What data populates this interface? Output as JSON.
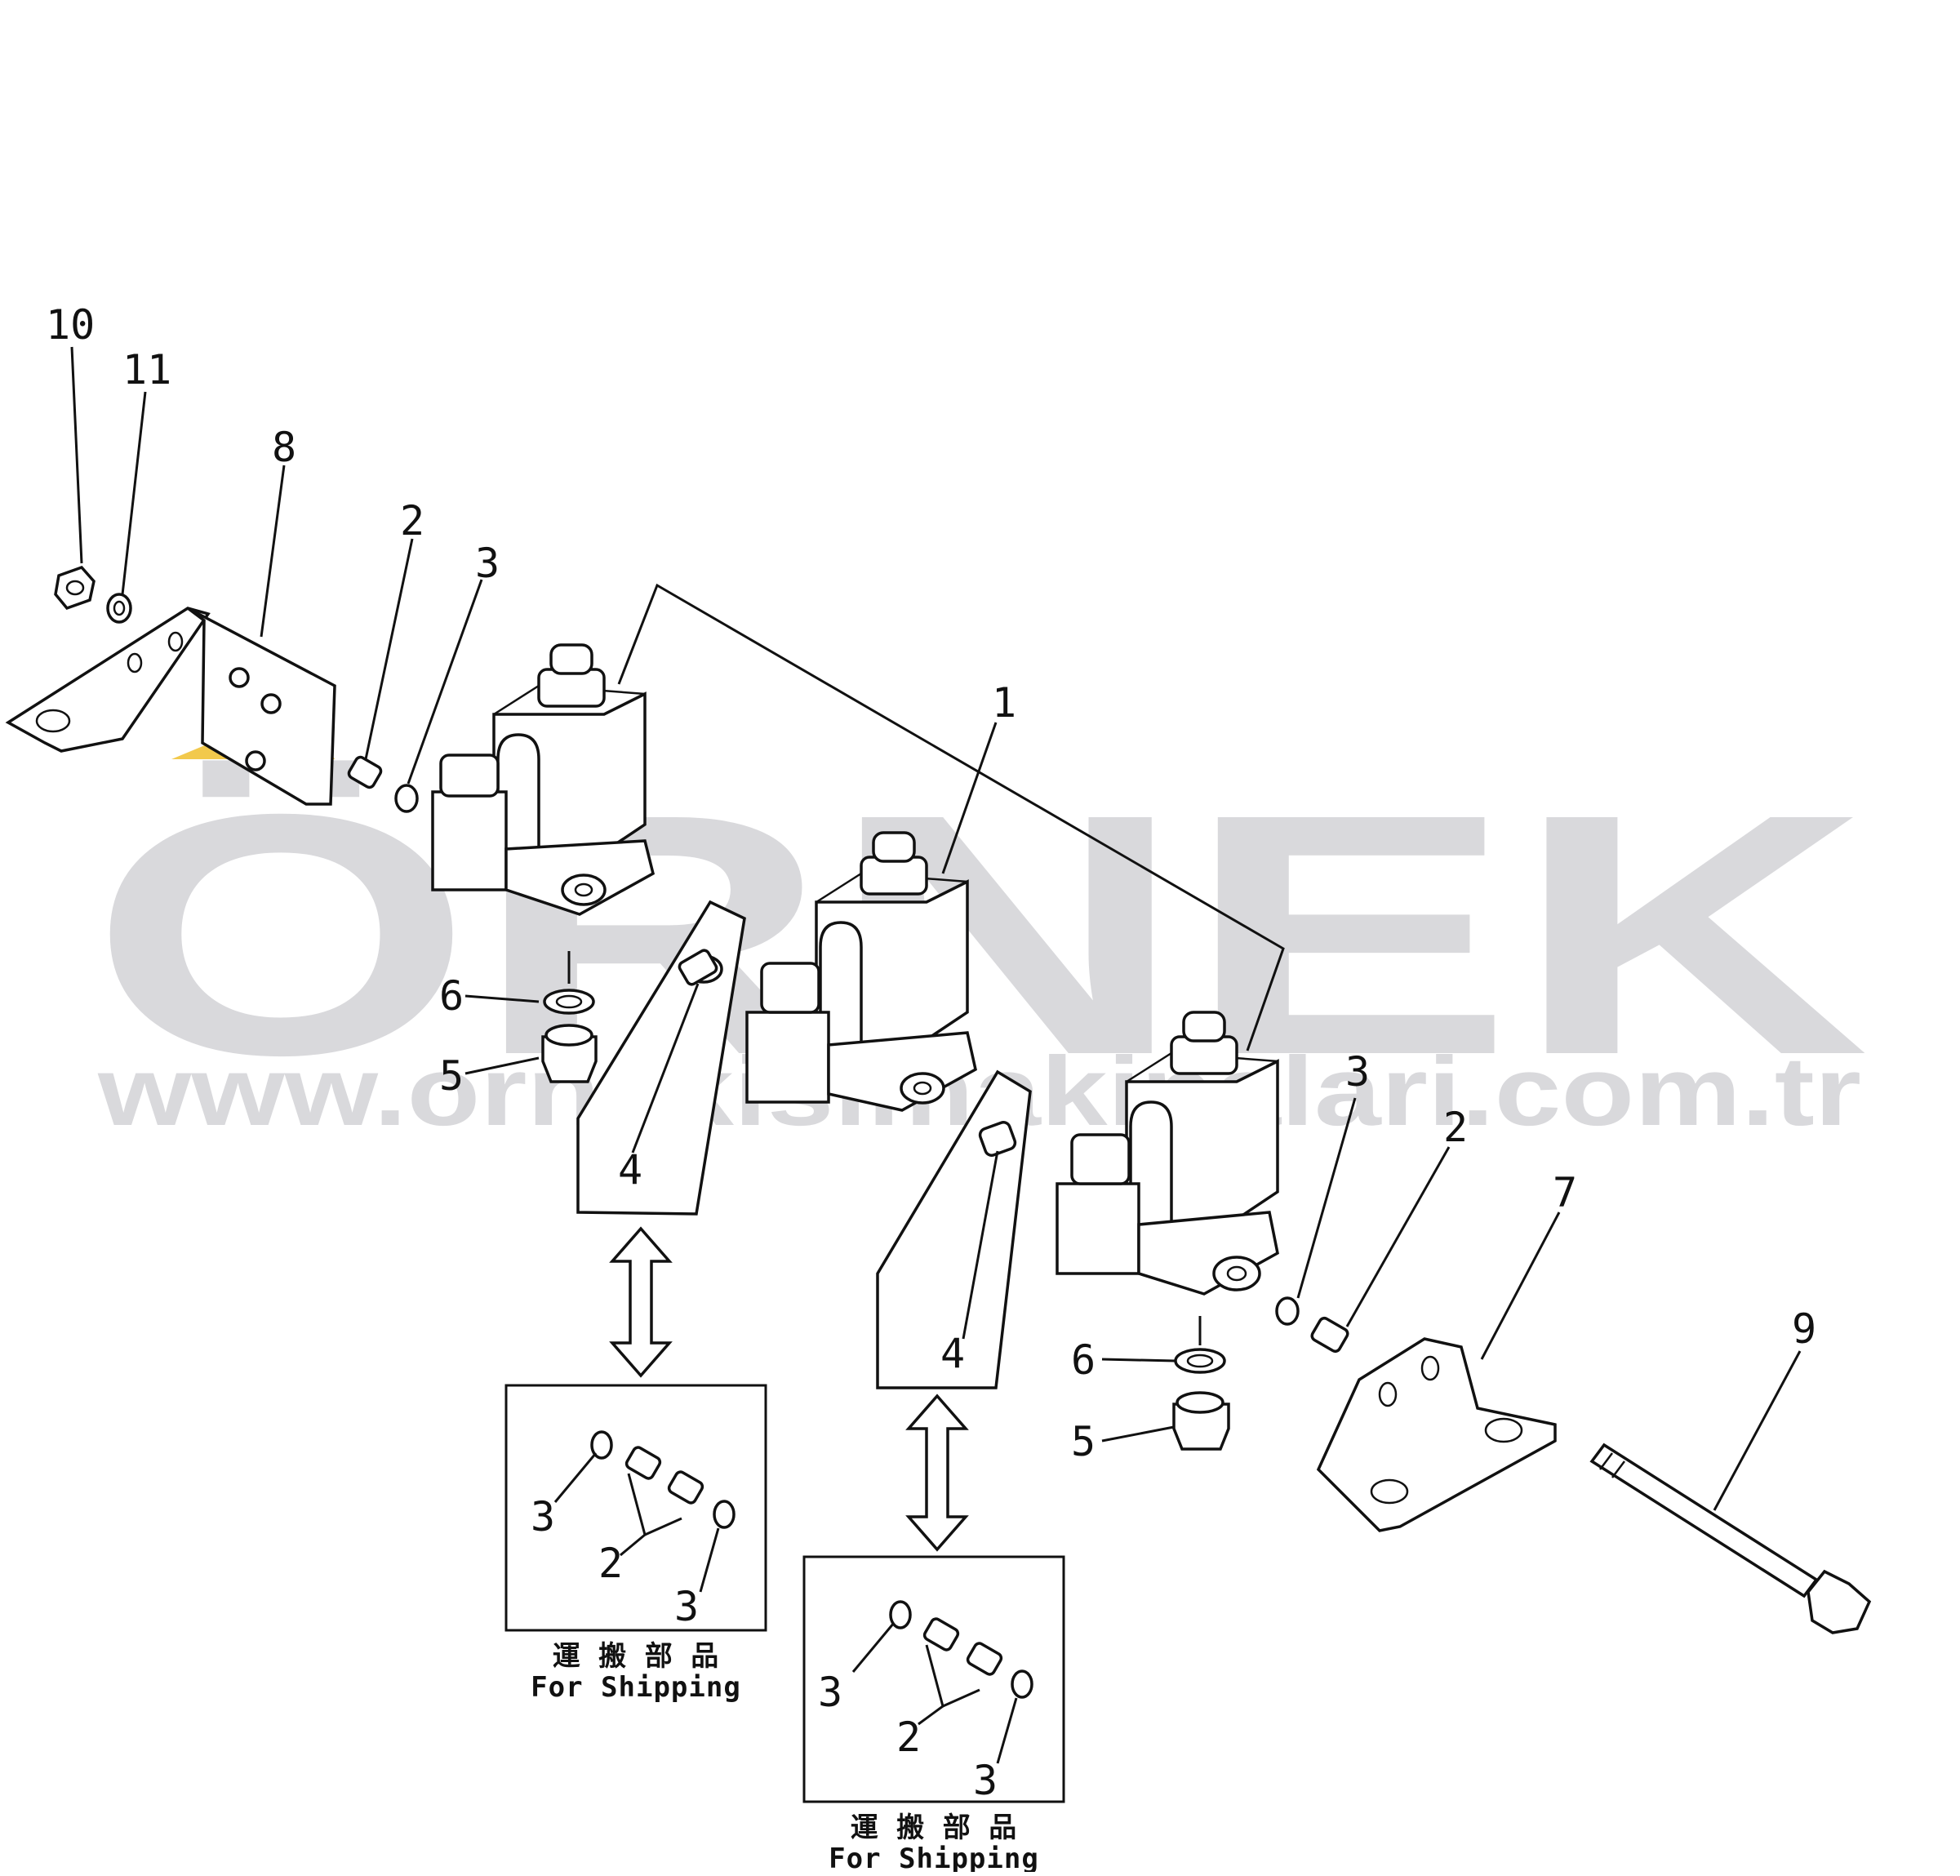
{
  "watermark": {
    "brand": "ÖRNEK",
    "url": "www.ornekisimakinalari.com.tr",
    "brand_color": "#d9d9dc",
    "accent_color": "#f2c94c"
  },
  "callouts": {
    "c10": "10",
    "c11": "11",
    "c8": "8",
    "c2a": "2",
    "c3a": "3",
    "c1": "1",
    "c6a": "6",
    "c5a": "5",
    "c4a": "4",
    "c4b": "4",
    "c3b": "3",
    "c2b": "2",
    "c7": "7",
    "c9": "9",
    "c6b": "6",
    "c5b": "5"
  },
  "shipping_box_left": {
    "labels": {
      "l3a": "3",
      "l2": "2",
      "l3b": "3"
    },
    "caption_jp": "運 搬 部 品",
    "caption_en": "For Shipping"
  },
  "shipping_box_right": {
    "labels": {
      "l3a": "3",
      "l2": "2",
      "l3b": "3"
    },
    "caption_jp": "運 搬 部 品",
    "caption_en": "For Shipping"
  }
}
